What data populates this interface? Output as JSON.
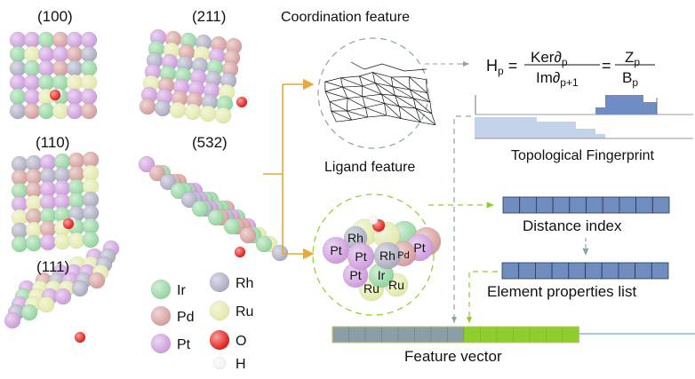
{
  "facets": [
    "(100)",
    "(211)",
    "(110)",
    "(532)",
    "(111)"
  ],
  "legend": [
    {
      "label": "Ir",
      "color": "#8fd39b"
    },
    {
      "label": "Pd",
      "color": "#d39a98"
    },
    {
      "label": "Pt",
      "color": "#cc98dc"
    },
    {
      "label": "Rh",
      "color": "#a7a8bf"
    },
    {
      "label": "Ru",
      "color": "#e2e8a6"
    },
    {
      "label": "O",
      "color": "#e3120f"
    },
    {
      "label": "H",
      "color": "#f2f2f2"
    }
  ],
  "titles": {
    "coordination": "Coordination feature",
    "ligand": "Ligand feature",
    "fingerprint": "Topological Fingerprint",
    "distance": "Distance index",
    "element": "Element properties list",
    "feature": "Feature vector"
  },
  "formula": {
    "lhs": "H",
    "lhs_sub": "p",
    "num1": "Ker∂",
    "num1_sub": "p",
    "den1": "Im∂",
    "den1_sub": "p+1",
    "num2": "Z",
    "num2_sub": "p",
    "den2": "B",
    "den2_sub": "p"
  },
  "cluster_labels": [
    "Rh",
    "Pt",
    "Pt",
    "Rh",
    "Pd",
    "Pt",
    "Pt",
    "Ir",
    "Ru",
    "Ru"
  ],
  "colors": {
    "accent_orange": "#e8a935",
    "blue_cell": "#6f8dbf",
    "gray_cell": "#8a9ea6",
    "green_cell": "#8fcc2d",
    "fp_dark": "#6f8dc4",
    "fp_light": "#c3d4ea",
    "line_blue": "#7fb8d0"
  }
}
